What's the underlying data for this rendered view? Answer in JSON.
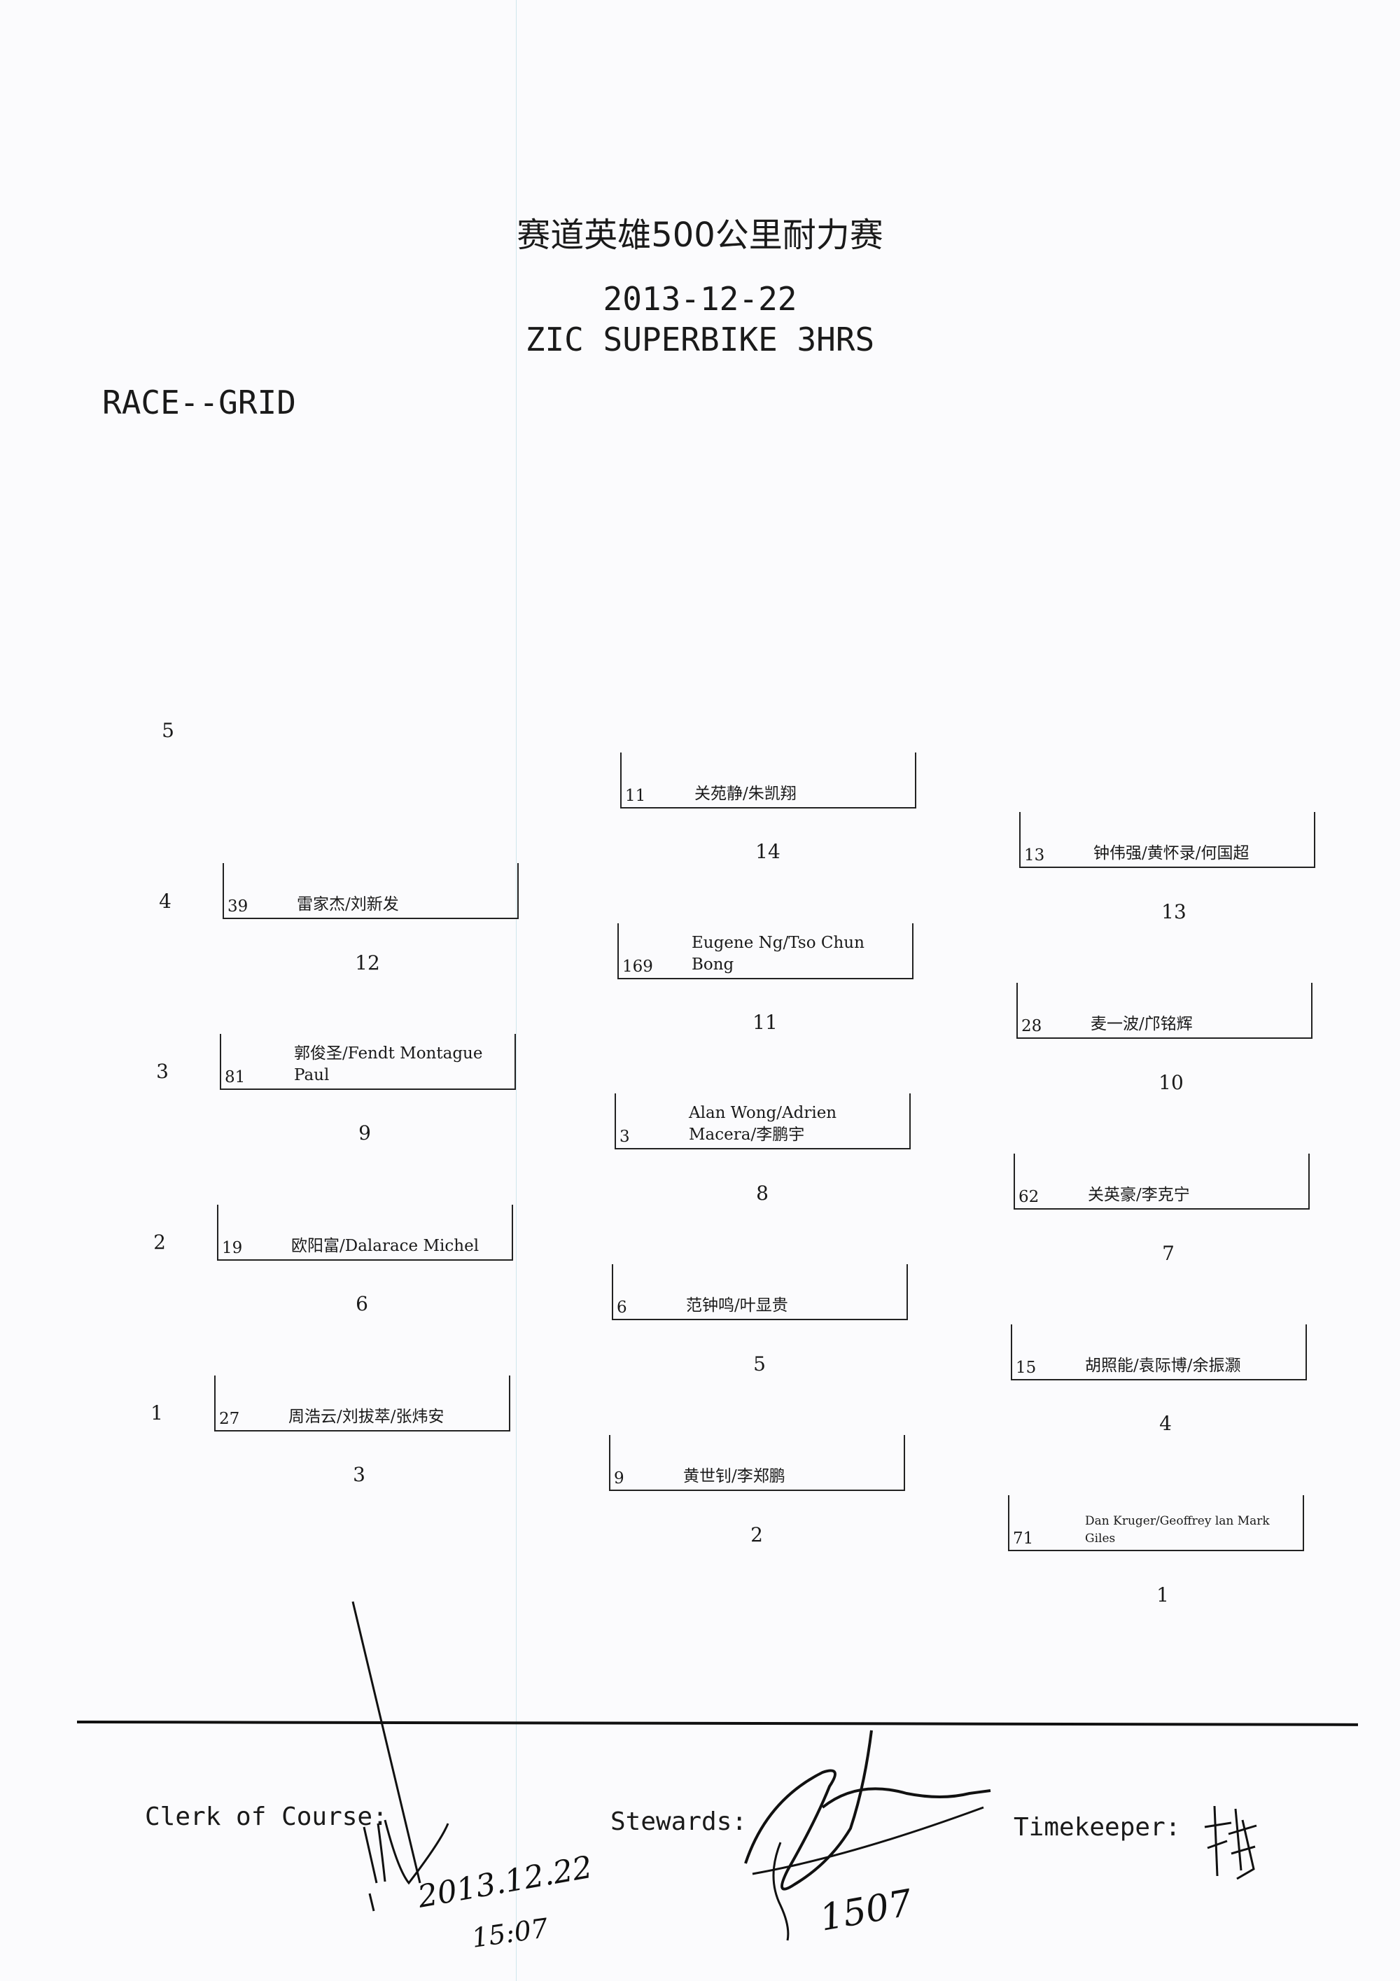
{
  "header": {
    "title_cn": "赛道英雄500公里耐力赛",
    "date": "2013-12-22",
    "event": "ZIC SUPERBIKE 3HRS"
  },
  "heading": "RACE--GRID",
  "row_numbers": [
    "5",
    "4",
    "3",
    "2",
    "1"
  ],
  "grid": {
    "left": [
      {
        "number": "39",
        "names": "雷家杰/刘新发",
        "position": "12"
      },
      {
        "number": "81",
        "names": "郭俊圣/Fendt Montague Paul",
        "position": "9"
      },
      {
        "number": "19",
        "names": "欧阳富/Dalarace Michel",
        "position": "6"
      },
      {
        "number": "27",
        "names": "周浩云/刘拔萃/张炜安",
        "position": "3"
      }
    ],
    "middle": [
      {
        "number": "11",
        "names": "关苑静/朱凯翔",
        "position": "14"
      },
      {
        "number": "169",
        "names": "Eugene Ng/Tso Chun Bong",
        "position": "11"
      },
      {
        "number": "3",
        "names": "Alan Wong/Adrien Macera/李鹏宇",
        "position": "8"
      },
      {
        "number": "6",
        "names": "范钟鸣/叶显贵",
        "position": "5"
      },
      {
        "number": "9",
        "names": "黄世钊/李郑鹏",
        "position": "2"
      }
    ],
    "right": [
      {
        "number": "13",
        "names": "钟伟强/黄怀录/何国超",
        "position": "13"
      },
      {
        "number": "28",
        "names": "麦一波/邝铭辉",
        "position": "10"
      },
      {
        "number": "62",
        "names": "关英豪/李克宁",
        "position": "7"
      },
      {
        "number": "15",
        "names": "胡照能/袁际博/余振灏",
        "position": "4"
      },
      {
        "number": "71",
        "names": "Dan Kruger/Geoffrey lan Mark Giles",
        "position": "1"
      }
    ]
  },
  "footer": {
    "clerk_label": "Clerk of Course:",
    "stewards_label": "Stewards:",
    "timekeeper_label": "Timekeeper:"
  },
  "handwriting": {
    "clerk_note": "2013.12.22",
    "clerk_time": "15:07",
    "stewards_time": "1507"
  },
  "colors": {
    "paper": "#fbfbfd",
    "ink": "#1a1a1a",
    "guide_line": "#cfe6ec"
  }
}
